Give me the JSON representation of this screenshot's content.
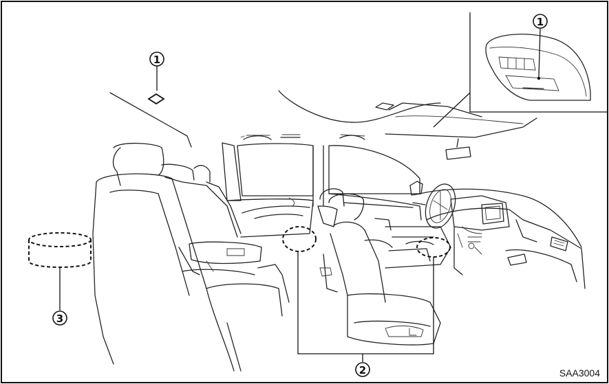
{
  "figure": {
    "code": "SAA3004",
    "callouts": [
      {
        "id": "callout-1-roof",
        "label": "1"
      },
      {
        "id": "callout-1-inset",
        "label": "1"
      },
      {
        "id": "callout-2-floor",
        "label": "2"
      },
      {
        "id": "callout-3-trunk",
        "label": "3"
      }
    ]
  }
}
